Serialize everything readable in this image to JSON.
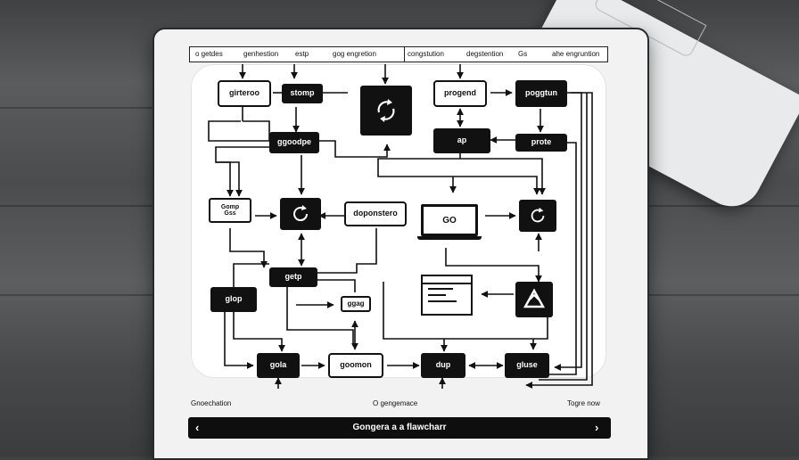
{
  "toolbar": {
    "items": [
      "o getdes",
      "genhestion",
      "estp",
      "gog engretion",
      "congstution",
      "degstention",
      "Gs",
      "ahe engruntion"
    ]
  },
  "nodes": {
    "girteroo": "girteroo",
    "stomp": "stomp",
    "progend": "progend",
    "poggtun": "poggtun",
    "ap": "ap",
    "prote": "prote",
    "ggoodpe": "ggoodpe",
    "gomp": "Gomp\nGss",
    "doponstero": "doponstero",
    "go": "GO",
    "getp": "getp",
    "glop": "glop",
    "ggag": "ggag",
    "gola": "gola",
    "goomon": "goomon",
    "dup": "dup",
    "gluse": "gluse"
  },
  "icons": [
    "recycle-icon",
    "refresh-icon",
    "refresh-icon",
    "up-triangle-icon",
    "laptop-icon",
    "browser-window-icon"
  ],
  "footer": {
    "left": "Gnoechation",
    "middle": "O gengemace",
    "right": "Togre now"
  },
  "bottom_bar": {
    "title": "Gongera a a flawcharr",
    "prev": "‹",
    "next": "›"
  }
}
